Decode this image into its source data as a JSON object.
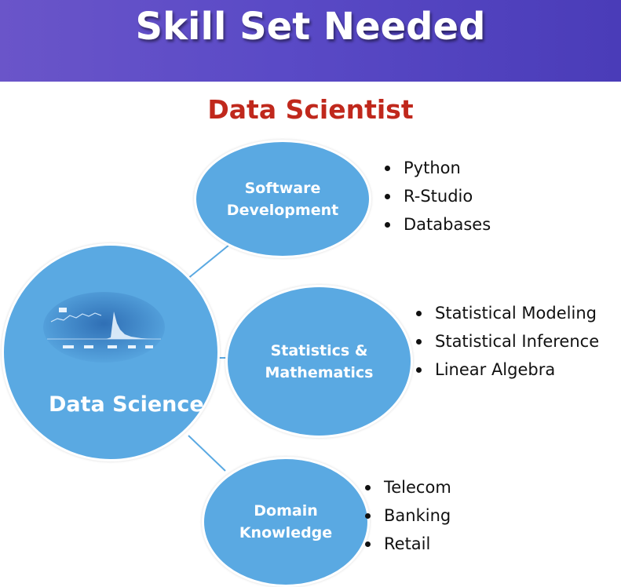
{
  "header": {
    "title": "Skill Set Needed"
  },
  "subtitle": "Data Scientist",
  "hub": {
    "label": "Data Science"
  },
  "nodes": [
    {
      "label_line1": "Software",
      "label_line2": "Development",
      "items": [
        "Python",
        "R-Studio",
        "Databases"
      ]
    },
    {
      "label_line1": "Statistics &",
      "label_line2": "Mathematics",
      "items": [
        "Statistical Modeling",
        "Statistical Inference",
        "Linear Algebra"
      ]
    },
    {
      "label_line1": "Domain",
      "label_line2": "Knowledge",
      "items": [
        "Telecom",
        "Banking",
        "Retail"
      ]
    }
  ],
  "colors": {
    "banner": "#5a4ac6",
    "subtitle": "#c0281c",
    "circle": "#5aa9e2",
    "connector": "#5aa9e2"
  }
}
